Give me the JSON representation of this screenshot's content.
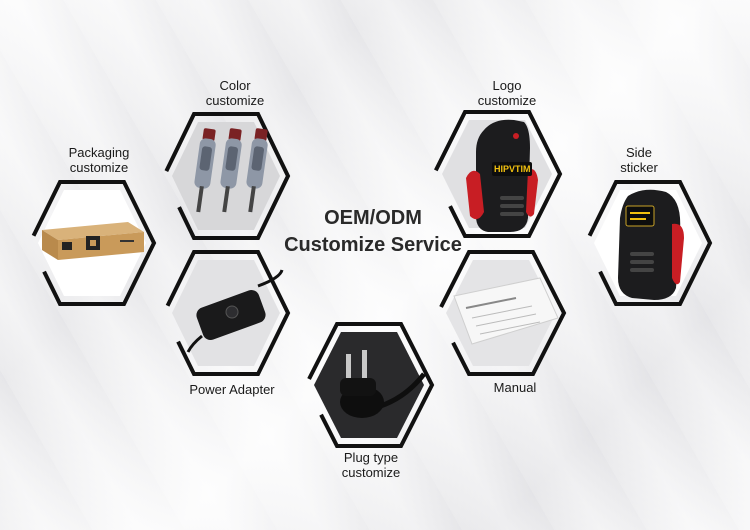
{
  "center": {
    "line1": "OEM/ODM",
    "line2": "Customize Service"
  },
  "items": [
    {
      "line1": "Color",
      "line2": "customize"
    },
    {
      "line1": "Logo",
      "line2": "customize"
    },
    {
      "line1": "Packaging",
      "line2": "customize"
    },
    {
      "line1": "Side",
      "line2": "sticker"
    },
    {
      "line1": "Power Adapter",
      "line2": ""
    },
    {
      "line1": "Manual",
      "line2": ""
    },
    {
      "line1": "Plug type",
      "line2": "customize"
    }
  ],
  "product_logo": "HIPVTIM"
}
